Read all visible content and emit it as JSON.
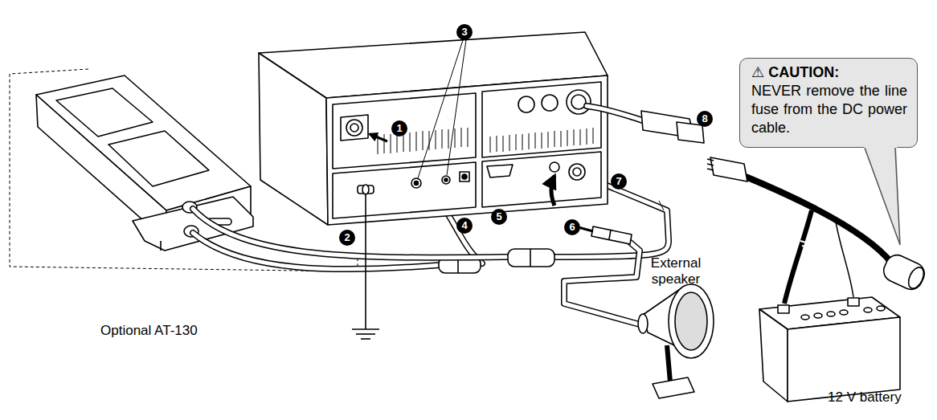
{
  "diagram": {
    "nodes": [
      {
        "text": [
          "⚠ CAUTION:",
          "NEVER remove the line fuse from the DC power cable."
        ]
      }
    ],
    "labels": [
      "3",
      "8",
      "1",
      "7",
      "5",
      "4",
      "6",
      "2",
      "External speaker",
      "Optional AT-130",
      "12 V battery"
    ]
  }
}
